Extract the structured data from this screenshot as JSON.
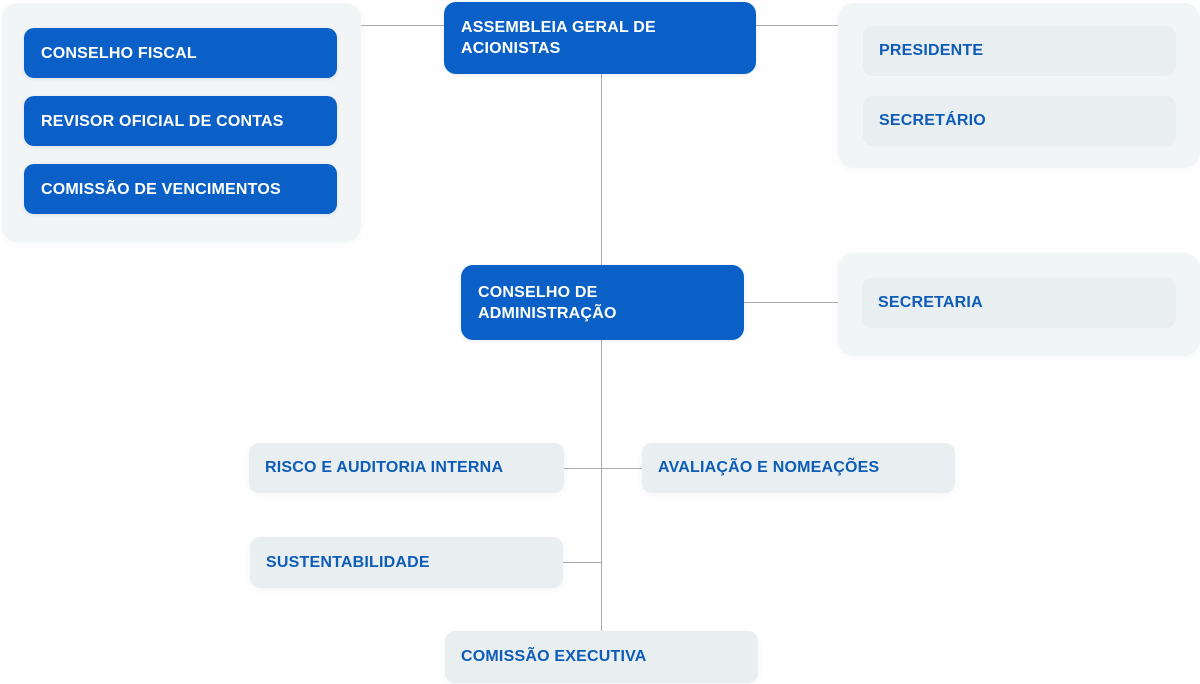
{
  "palette": {
    "node_blue": "#0a60c6",
    "label_blue": "#0d5cb7",
    "panel_bg": "#f2f5f6",
    "chip_bg": "#e9eef0",
    "connector_gray": "#a8acae",
    "node_text_white": "#ffffff",
    "canvas_bg": "#ffffff"
  },
  "nodes": {
    "assembleia": {
      "label": "ASSEMBLEIA GERAL DE\nACIONISTAS"
    },
    "conselho_administracao": {
      "label": "CONSELHO DE\nADMINISTRAÇÃO"
    },
    "risco_auditoria": {
      "label": "RISCO E AUDITORIA INTERNA"
    },
    "avaliacao_nomeacoes": {
      "label": "AVALIAÇÃO E NOMEAÇÕES"
    },
    "sustentabilidade": {
      "label": "SUSTENTABILIDADE"
    },
    "comissao_executiva": {
      "label": "COMISSÃO EXECUTIVA"
    }
  },
  "fiscal_panel": {
    "items": [
      {
        "label": "CONSELHO FISCAL"
      },
      {
        "label": "REVISOR OFICIAL DE CONTAS"
      },
      {
        "label": "COMISSÃO DE VENCIMENTOS"
      }
    ]
  },
  "mesa_panel": {
    "items": [
      {
        "label": "PRESIDENTE"
      },
      {
        "label": "SECRETÁRIO"
      }
    ]
  },
  "secretaria_panel": {
    "items": [
      {
        "label": "SECRETARIA"
      }
    ]
  }
}
